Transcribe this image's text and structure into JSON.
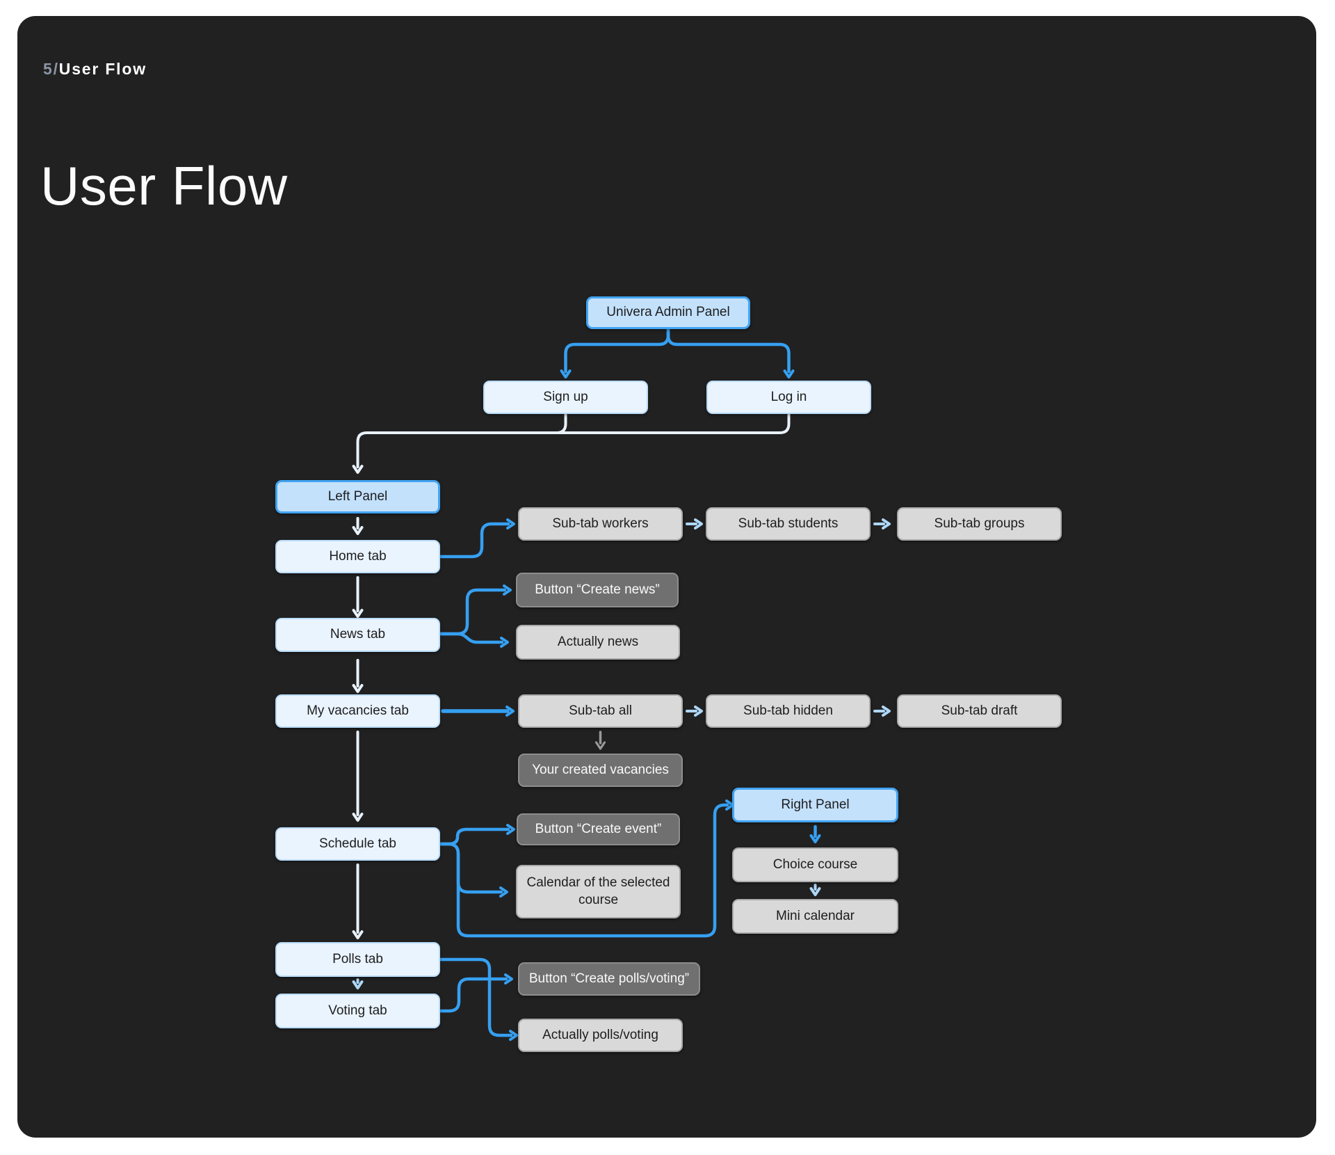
{
  "header": {
    "eyebrow_number": "5/",
    "eyebrow_title": "User Flow"
  },
  "title": "User Flow",
  "colors": {
    "page_background": "#ffffff",
    "panel_background": "#212122",
    "accent_blue": "#36a0f1",
    "light_blue_arrow": "#aed7f6",
    "white_arrow": "#e9f2fb",
    "gray_arrow": "#999999",
    "blue_node_fill": "#c3e1fb",
    "pale_node_fill": "#eaf4fe",
    "gray_node_fill": "#d9d9d9",
    "dark_node_fill": "#707070"
  },
  "nodes": {
    "univera": {
      "label": "Univera Admin Panel"
    },
    "signup": {
      "label": "Sign up"
    },
    "login": {
      "label": "Log in"
    },
    "leftpanel": {
      "label": "Left Panel"
    },
    "hometab": {
      "label": "Home tab"
    },
    "subtab_workers": {
      "label": "Sub-tab workers"
    },
    "subtab_students": {
      "label": "Sub-tab students"
    },
    "subtab_groups": {
      "label": "Sub-tab groups"
    },
    "create_news": {
      "label": "Button “Create news”"
    },
    "newstab": {
      "label": "News tab"
    },
    "actually_news": {
      "label": "Actually news"
    },
    "vacancies": {
      "label": "My vacancies tab"
    },
    "subtab_all": {
      "label": "Sub-tab all"
    },
    "subtab_hidden": {
      "label": "Sub-tab hidden"
    },
    "subtab_draft": {
      "label": "Sub-tab draft"
    },
    "created_vacancies": {
      "label": "Your created vacancies"
    },
    "rightpanel": {
      "label": "Right Panel"
    },
    "create_event": {
      "label": "Button “Create event”"
    },
    "schedule": {
      "label": "Schedule tab"
    },
    "choice_course": {
      "label": "Choice course"
    },
    "calendar_course": {
      "label": "Calendar of the selected course"
    },
    "mini_calendar": {
      "label": "Mini calendar"
    },
    "polls": {
      "label": "Polls tab"
    },
    "create_polls": {
      "label": "Button “Create polls/voting”"
    },
    "voting": {
      "label": "Voting tab"
    },
    "actually_polls": {
      "label": "Actually polls/voting"
    }
  },
  "edges": [
    {
      "from": "univera",
      "to": "signup"
    },
    {
      "from": "univera",
      "to": "login"
    },
    {
      "from": "signup",
      "to": "leftpanel"
    },
    {
      "from": "login",
      "to": "leftpanel"
    },
    {
      "from": "leftpanel",
      "to": "hometab"
    },
    {
      "from": "hometab",
      "to": "subtab_workers"
    },
    {
      "from": "subtab_workers",
      "to": "subtab_students"
    },
    {
      "from": "subtab_students",
      "to": "subtab_groups"
    },
    {
      "from": "hometab",
      "to": "newstab"
    },
    {
      "from": "newstab",
      "to": "create_news"
    },
    {
      "from": "newstab",
      "to": "actually_news"
    },
    {
      "from": "newstab",
      "to": "vacancies"
    },
    {
      "from": "vacancies",
      "to": "subtab_all"
    },
    {
      "from": "subtab_all",
      "to": "subtab_hidden"
    },
    {
      "from": "subtab_hidden",
      "to": "subtab_draft"
    },
    {
      "from": "subtab_all",
      "to": "created_vacancies"
    },
    {
      "from": "vacancies",
      "to": "schedule"
    },
    {
      "from": "schedule",
      "to": "create_event"
    },
    {
      "from": "schedule",
      "to": "calendar_course"
    },
    {
      "from": "schedule",
      "to": "rightpanel"
    },
    {
      "from": "rightpanel",
      "to": "choice_course"
    },
    {
      "from": "choice_course",
      "to": "mini_calendar"
    },
    {
      "from": "schedule",
      "to": "polls"
    },
    {
      "from": "polls",
      "to": "voting"
    },
    {
      "from": "polls",
      "to": "actually_polls"
    },
    {
      "from": "voting",
      "to": "create_polls"
    }
  ]
}
